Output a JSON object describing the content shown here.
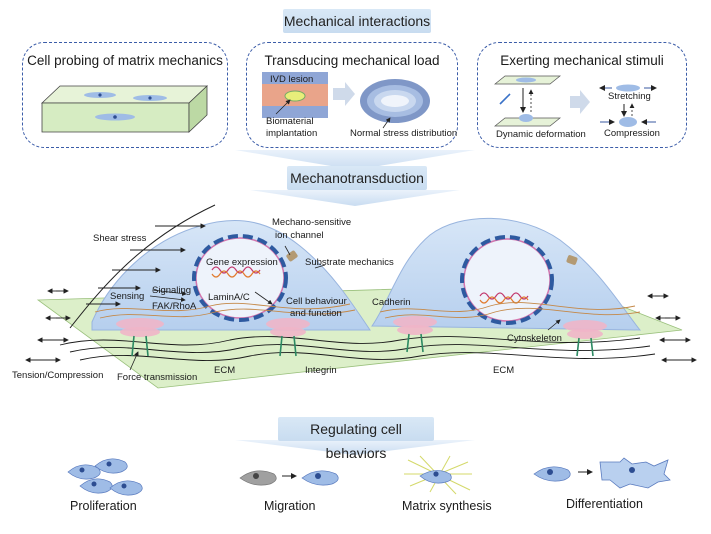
{
  "headers": {
    "mechanical_interactions": "Mechanical interactions",
    "mechanotransduction": "Mechanotransduction",
    "regulating": "Regulating cell behaviors"
  },
  "panels": {
    "probing": {
      "title": "Cell probing of matrix mechanics"
    },
    "transducing": {
      "title": "Transducing mechanical load",
      "ivd": "IVD lesion",
      "bio1": "Biomaterial",
      "bio2": "implantation",
      "normal": "Normal stress distribution"
    },
    "exerting": {
      "title": "Exerting mechanical stimuli",
      "stretching": "Stretching",
      "dynamic": "Dynamic deformation",
      "compression": "Compression"
    }
  },
  "mechano": {
    "shear": "Shear stress",
    "channel1": "Mechano-sensitive",
    "channel2": "ion channel",
    "gene": "Gene expression",
    "substrate": "Substrate mechanics",
    "sensing": "Sensing",
    "signaling": "Signaling",
    "fak": "FAK/RhoA",
    "lamin": "LaminA/C",
    "behaviour1": "Cell behaviour",
    "behaviour2": "and function",
    "cadherin": "Cadherin",
    "cytoskeleton": "Cytoskeleton",
    "tension": "Tension/Compression",
    "force": "Force transmission",
    "ecm_left": "ECM",
    "integrin": "Integrin",
    "ecm_right": "ECM"
  },
  "behaviors": {
    "proliferation": "Proliferation",
    "migration": "Migration",
    "matrix": "Matrix synthesis",
    "differentiation": "Differentiation"
  }
}
